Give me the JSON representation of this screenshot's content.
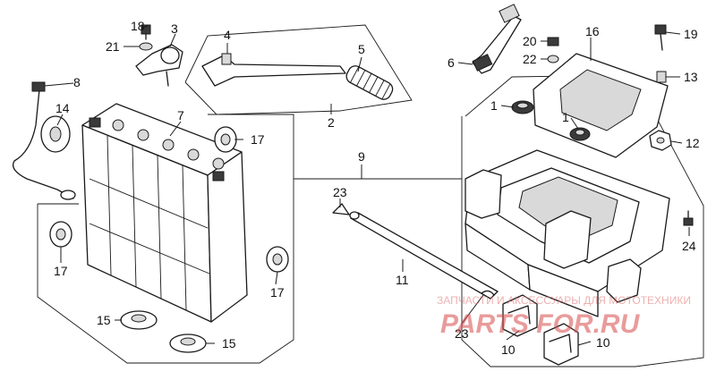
{
  "diagram": {
    "callouts": {
      "c1a": "1",
      "c1b": "1",
      "c2": "2",
      "c3": "3",
      "c4": "4",
      "c5": "5",
      "c6": "6",
      "c7": "7",
      "c8": "8",
      "c9": "9",
      "c10a": "10",
      "c10b": "10",
      "c11": "11",
      "c12": "12",
      "c13": "13",
      "c14": "14",
      "c15a": "15",
      "c15b": "15",
      "c16": "16",
      "c17a": "17",
      "c17b": "17",
      "c17c": "17",
      "c18": "18",
      "c19": "19",
      "c20": "20",
      "c21": "21",
      "c22": "22",
      "c23a": "23",
      "c23b": "23",
      "c24": "24"
    },
    "watermark": {
      "caption": "ЗАПЧАСТИ И АКСЕССУАРЫ ДЛЯ МОТОТЕХНИКИ",
      "logo": "PARTS FOR.RU"
    }
  }
}
